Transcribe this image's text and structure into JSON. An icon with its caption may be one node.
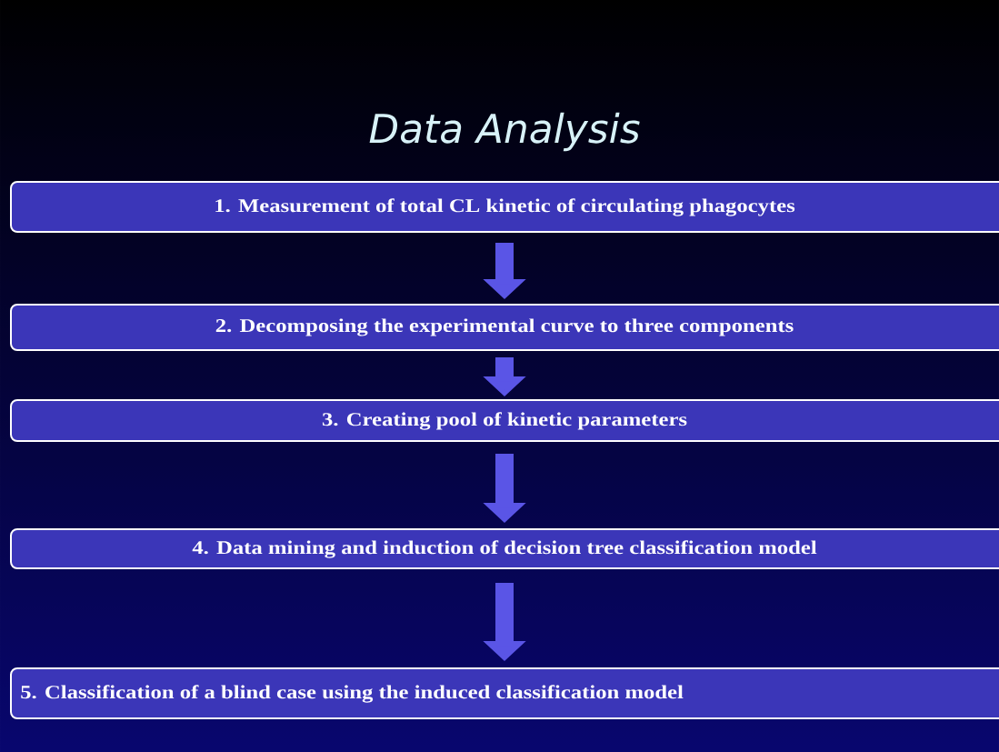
{
  "diagram": {
    "title": "Data Analysis",
    "nodes": [
      {
        "text": [
          "1. Measurement of total CL kinetic of circulating phagocytes"
        ]
      },
      {
        "text": [
          "2. Decomposing the experimental curve to three components"
        ]
      },
      {
        "text": [
          "3. Creating pool of kinetic parameters"
        ]
      },
      {
        "text": [
          "4. Data mining and induction of decision tree classification model"
        ]
      },
      {
        "text": [
          "5. Classification of a blind case using the induced classification model"
        ]
      }
    ],
    "edges": [
      {
        "from": 0,
        "to": 1,
        "arrow": "to"
      },
      {
        "from": 1,
        "to": 2,
        "arrow": "to"
      },
      {
        "from": 2,
        "to": 3,
        "arrow": "to"
      },
      {
        "from": 3,
        "to": 4,
        "arrow": "to"
      }
    ]
  }
}
